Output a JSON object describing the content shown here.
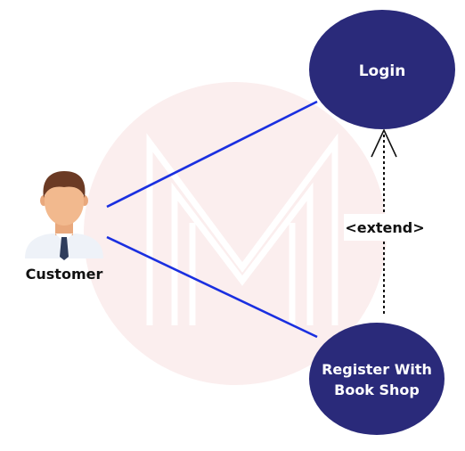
{
  "diagram": {
    "actor": {
      "label": "Customer"
    },
    "use_cases": {
      "login": {
        "label": "Login"
      },
      "register": {
        "line1": "Register With",
        "line2": "Book Shop"
      }
    },
    "relation": {
      "label": "<extend>"
    },
    "watermark": {
      "text": "M"
    },
    "colors": {
      "use_case_fill": "#2a2a7a",
      "association_line": "#1a2fe0",
      "extend_line": "#111111",
      "watermark_circle": "#fbeeee",
      "skin": "#f2b98e",
      "hair": "#6b3a24",
      "shirt": "#eef2f8",
      "tie": "#2f3d5c"
    }
  }
}
